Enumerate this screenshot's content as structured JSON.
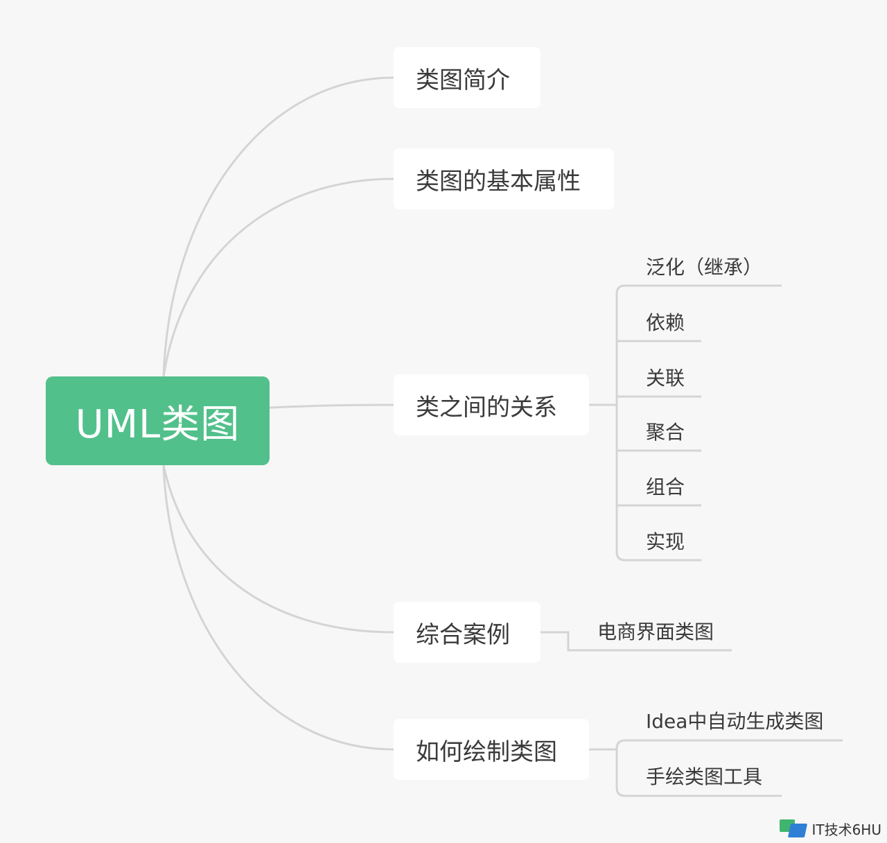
{
  "root": {
    "label": "UML类图"
  },
  "topics": [
    {
      "id": "intro",
      "label": "类图简介",
      "children": []
    },
    {
      "id": "basic-attrs",
      "label": "类图的基本属性",
      "children": []
    },
    {
      "id": "relations",
      "label": "类之间的关系",
      "children": [
        "泛化（继承）",
        "依赖",
        "关联",
        "聚合",
        "组合",
        "实现"
      ]
    },
    {
      "id": "case",
      "label": "综合案例",
      "children": [
        "电商界面类图"
      ]
    },
    {
      "id": "drawing",
      "label": "如何绘制类图",
      "children": [
        "Idea中自动生成类图",
        "手绘类图工具"
      ]
    }
  ],
  "watermark": {
    "text": "IT技术6HU"
  },
  "colors": {
    "root_fill": "#52c08b",
    "background": "#f7f7f7",
    "connector": "#d0d0d0",
    "text": "#3a3a3a"
  }
}
